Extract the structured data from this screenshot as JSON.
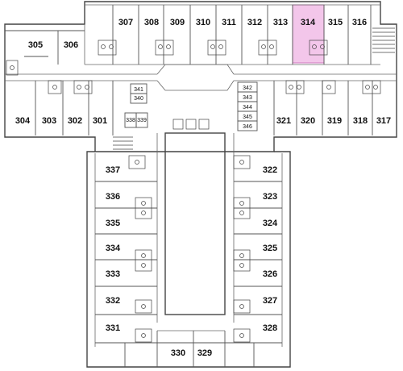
{
  "map": {
    "highlight_color": "#f3c6ea",
    "highlight_stroke": "#d27ac0",
    "highlighted_room": "314",
    "rooms": {
      "r301": "301",
      "r302": "302",
      "r303": "303",
      "r304": "304",
      "r305": "305",
      "r306": "306",
      "r307": "307",
      "r308": "308",
      "r309": "309",
      "r310": "310",
      "r311": "311",
      "r312": "312",
      "r313": "313",
      "r314": "314",
      "r315": "315",
      "r316": "316",
      "r317": "317",
      "r318": "318",
      "r319": "319",
      "r320": "320",
      "r321": "321",
      "r322": "322",
      "r323": "323",
      "r324": "324",
      "r325": "325",
      "r326": "326",
      "r327": "327",
      "r328": "328",
      "r329": "329",
      "r330": "330",
      "r331": "331",
      "r332": "332",
      "r333": "333",
      "r334": "334",
      "r335": "335",
      "r336": "336",
      "r337": "337",
      "r338": "338",
      "r339": "339",
      "r340": "340",
      "r341": "341",
      "r342": "342",
      "r343": "343",
      "r344": "344",
      "r345": "345",
      "r346": "346"
    }
  }
}
